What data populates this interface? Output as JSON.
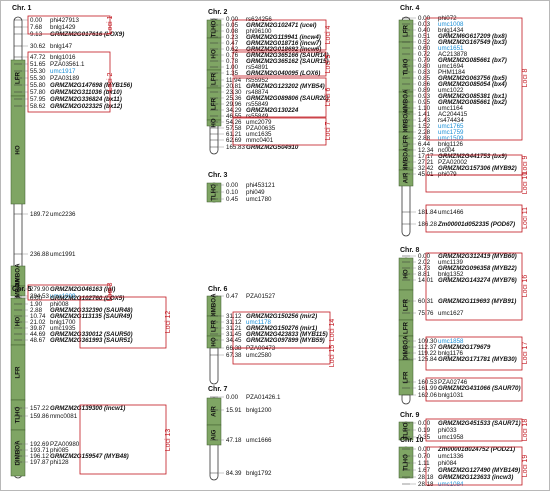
{
  "colors": {
    "trait_fill": "#7fa564",
    "loci_border": "#c0161e",
    "blue_marker": "#1a8fd6"
  },
  "chromosomes": [
    {
      "id": "chr1",
      "label": "Chr. 1",
      "markers": [
        {
          "pos": "0.00",
          "name": "phi427913"
        },
        {
          "pos": "7.68",
          "name": "bnlg1429"
        },
        {
          "pos": "9.13",
          "name": "GRMZM2G017616 (LOX9)",
          "gene": true
        },
        {
          "pos": "30.62",
          "name": "bnlg147"
        },
        {
          "pos": "47.72",
          "name": "bnlg1016"
        },
        {
          "pos": "51.65",
          "name": "PZA03561.1"
        },
        {
          "pos": "55.30",
          "name": "umc1917",
          "blue": true
        },
        {
          "pos": "55.30",
          "name": "PZA03189"
        },
        {
          "pos": "55.80",
          "name": "GRMZM2G147698 (MYB156)",
          "gene": true
        },
        {
          "pos": "57.80",
          "name": "GRMZM2G311036 (bx10)",
          "gene": true
        },
        {
          "pos": "57.95",
          "name": "GRMZM2G336824 (bx11)",
          "gene": true
        },
        {
          "pos": "58.62",
          "name": "GRMZM2G023325 (bx12)",
          "gene": true
        },
        {
          "pos": "189.72",
          "name": "umc2236"
        },
        {
          "pos": "236.88",
          "name": "umc1991"
        },
        {
          "pos": "279.90",
          "name": "GRMZM2G046163 (lgl)",
          "gene": true
        },
        {
          "pos": "284.53",
          "name": "umc1009",
          "blue": true
        }
      ],
      "traits": [
        "LFR",
        "HO",
        "DIMBOA",
        "DIMBOA"
      ],
      "loci": [
        "Loci 1",
        "Loci 2",
        "Loci 3"
      ]
    },
    {
      "id": "chr2",
      "label": "Chr. 2",
      "markers": [
        {
          "pos": "0.00",
          "name": "rs624256"
        },
        {
          "pos": "0.05",
          "name": "GRMZM2G102471 (ucel)",
          "gene": true
        },
        {
          "pos": "0.08",
          "name": "phi96100"
        },
        {
          "pos": "0.23",
          "name": "GRMZM2G119941 (incw4)",
          "gene": true
        },
        {
          "pos": "0.47",
          "name": "GRMZM2G018716 (incw7)",
          "gene": true
        },
        {
          "pos": "0.62",
          "name": "GRMZM2G018692 (incw6)",
          "gene": true
        },
        {
          "pos": "0.76",
          "name": "GRMZM2G365166 (SAUR14)",
          "gene": true
        },
        {
          "pos": "0.78",
          "name": "GRMZM2G365162 (SAUR15)",
          "gene": true
        },
        {
          "pos": "1.00",
          "name": "rs54891"
        },
        {
          "pos": "1.35",
          "name": "GRMZM2G040095 (LOX6)",
          "gene": true
        },
        {
          "pos": "11.94",
          "name": "rs55952"
        },
        {
          "pos": "20.81",
          "name": "GRMZM2G123202 (MYB54)",
          "gene": true
        },
        {
          "pos": "23.30",
          "name": "rs48874"
        },
        {
          "pos": "25.36",
          "name": "GRMZM2G089806 (SAUR20)",
          "gene": true
        },
        {
          "pos": "29.96",
          "name": "rs55849"
        },
        {
          "pos": "34.29",
          "name": "GRMZM2G130224",
          "gene": true
        },
        {
          "pos": "46.55",
          "name": "rs55849"
        },
        {
          "pos": "54.26",
          "name": "umc2079"
        },
        {
          "pos": "57.58",
          "name": "PZA00635"
        },
        {
          "pos": "61.21",
          "name": "umc1635"
        },
        {
          "pos": "62.69",
          "name": "mmc0401"
        },
        {
          "pos": "165.83",
          "name": "GRMZM2G504910",
          "gene": true
        }
      ],
      "traits": [
        "TLHO",
        "HO",
        "LFR",
        "LFR",
        "HO"
      ],
      "loci": [
        "Loci 4",
        "Loci 5",
        "Loci 6",
        "Loci 7"
      ]
    },
    {
      "id": "chr3",
      "label": "Chr. 3",
      "markers": [
        {
          "pos": "0.00",
          "name": "phi453121"
        },
        {
          "pos": "0.10",
          "name": "phi049"
        },
        {
          "pos": "0.45",
          "name": "umc1780"
        }
      ],
      "traits": [
        "TLHO"
      ]
    },
    {
      "id": "chr4",
      "label": "Chr. 4",
      "markers": [
        {
          "pos": "0.00",
          "name": "phi072"
        },
        {
          "pos": "0.03",
          "name": "umc1008",
          "blue": true
        },
        {
          "pos": "0.40",
          "name": "bnlg1434"
        },
        {
          "pos": "0.51",
          "name": "GRMZM6G617209 (bx8)",
          "gene": true
        },
        {
          "pos": "0.52",
          "name": "GRMZM2G167549 (bx3)",
          "gene": true
        },
        {
          "pos": "0.60",
          "name": "umc1651",
          "blue": true
        },
        {
          "pos": "0.72",
          "name": "AC213878"
        },
        {
          "pos": "0.79",
          "name": "GRMZM2G085661 (bx7)",
          "gene": true
        },
        {
          "pos": "0.80",
          "name": "umc1694"
        },
        {
          "pos": "0.83",
          "name": "PHM1184"
        },
        {
          "pos": "0.85",
          "name": "GRMZM2G063756 (bx5)",
          "gene": true
        },
        {
          "pos": "0.86",
          "name": "GRMZM2G085054 (bx4)",
          "gene": true
        },
        {
          "pos": "0.89",
          "name": "umc1022"
        },
        {
          "pos": "0.93",
          "name": "GRMZM2G085381 (bx1)",
          "gene": true
        },
        {
          "pos": "0.95",
          "name": "GRMZM2G085661 (bx2)",
          "gene": true
        },
        {
          "pos": "1.10",
          "name": "umc1164"
        },
        {
          "pos": "1.41",
          "name": "AC204415"
        },
        {
          "pos": "1.43",
          "name": "rs474434"
        },
        {
          "pos": "1.52",
          "name": "umc1765",
          "blue": true
        },
        {
          "pos": "2.28",
          "name": "umc1759",
          "blue": true
        },
        {
          "pos": "2.88",
          "name": "umc1509",
          "blue": true
        },
        {
          "pos": "6.44",
          "name": "bnlg1126"
        },
        {
          "pos": "12.34",
          "name": "nc004"
        },
        {
          "pos": "17.17",
          "name": "GRMZM2G441753 (bx9)",
          "gene": true
        },
        {
          "pos": "27.21",
          "name": "PZA02002"
        },
        {
          "pos": "32.42",
          "name": "GRMZM2G157306 (MYB92)",
          "gene": true
        },
        {
          "pos": "45.01",
          "name": "phi079"
        },
        {
          "pos": "181.84",
          "name": "umc1466"
        },
        {
          "pos": "186.28",
          "name": "Zm00001d052335 (POD67)",
          "gene": true
        }
      ],
      "traits": [
        "LFR",
        "TLHO",
        "DIMBOA",
        "DIMBOA",
        "LFR",
        "DIMBOA",
        "AIR"
      ],
      "loci": [
        "Loci 8",
        "Loci 9",
        "Loci 10",
        "Loci 11"
      ]
    },
    {
      "id": "chr5",
      "label": "Chr. 5",
      "markers": [
        {
          "pos": "0.00",
          "name": "GRMZM2G102760 (LOX5)",
          "gene": true
        },
        {
          "pos": "1.90",
          "name": "phi008"
        },
        {
          "pos": "2.88",
          "name": "GRMZM2G332390 (SAUR48)",
          "gene": true
        },
        {
          "pos": "10.74",
          "name": "GRMZM2G113135 (SAUR49)",
          "gene": true
        },
        {
          "pos": "21.02",
          "name": "bnlg1700"
        },
        {
          "pos": "39.87",
          "name": "umc1935"
        },
        {
          "pos": "44.69",
          "name": "GRMZM2G330012 (SAUR50)",
          "gene": true
        },
        {
          "pos": "48.67",
          "name": "GRMZM2G361993 (SAUR51)",
          "gene": true
        },
        {
          "pos": "157.22",
          "name": "GRMZM2G139300 (incw1)",
          "gene": true
        },
        {
          "pos": "159.86",
          "name": "mmc0081"
        },
        {
          "pos": "192.69",
          "name": "PZA00980"
        },
        {
          "pos": "193.71",
          "name": "phi085"
        },
        {
          "pos": "196.12",
          "name": "GRMZM2G159547 (MYB48)",
          "gene": true
        },
        {
          "pos": "197.87",
          "name": "phi128"
        }
      ],
      "traits": [
        "HO",
        "LFR",
        "TLHO",
        "DIMBOA"
      ],
      "loci": [
        "Loci 12",
        "Loci 13"
      ]
    },
    {
      "id": "chr6",
      "label": "Chr. 6",
      "markers": [
        {
          "pos": "0.47",
          "name": "PZA01527"
        },
        {
          "pos": "31.12",
          "name": "GRMZM2G150256 (mir2)",
          "gene": true
        },
        {
          "pos": "31.12",
          "name": "umc1178",
          "blue": true
        },
        {
          "pos": "31.21",
          "name": "GRMZM2G150276 (mir1)",
          "gene": true
        },
        {
          "pos": "31.45",
          "name": "GRMZM2G423833 (MYB115)",
          "gene": true
        },
        {
          "pos": "34.45",
          "name": "GRMZM2G097899 (MYB59)",
          "gene": true
        },
        {
          "pos": "66.38",
          "name": "PZA00473"
        },
        {
          "pos": "67.38",
          "name": "umc2580"
        }
      ],
      "traits": [
        "DIMBOA",
        "LFR",
        "HO"
      ],
      "loci": [
        "Loci 14",
        "Loci 15"
      ]
    },
    {
      "id": "chr7",
      "label": "Chr. 7",
      "markers": [
        {
          "pos": "0.00",
          "name": "PZA01426.1"
        },
        {
          "pos": "15.91",
          "name": "bnlg1200"
        },
        {
          "pos": "47.18",
          "name": "umc1666"
        },
        {
          "pos": "84.39",
          "name": "bnlg1792"
        }
      ],
      "traits": [
        "AIR",
        "AIG"
      ]
    },
    {
      "id": "chr8",
      "label": "Chr. 8",
      "markers": [
        {
          "pos": "0.00",
          "name": "GRMZM2G312419 (MYB60)",
          "gene": true
        },
        {
          "pos": "2.02",
          "name": "umc1139"
        },
        {
          "pos": "8.73",
          "name": "GRMZM2G096358 (MYB22)",
          "gene": true
        },
        {
          "pos": "8.81",
          "name": "bnlg1352"
        },
        {
          "pos": "14.01",
          "name": "GRMZM2G143274 (MYB76)",
          "gene": true
        },
        {
          "pos": "60.31",
          "name": "GRMZM2G119693 (MYB91)",
          "gene": true
        },
        {
          "pos": "75.76",
          "name": "umc1627"
        },
        {
          "pos": "109.30",
          "name": "umc1858",
          "blue": true
        },
        {
          "pos": "112.37",
          "name": "GRMZM2G179679",
          "gene": true
        },
        {
          "pos": "119.22",
          "name": "bnlg1176"
        },
        {
          "pos": "125.84",
          "name": "GRMZM2G171781 (MYB30)",
          "gene": true
        },
        {
          "pos": "160.53",
          "name": "PZA02746"
        },
        {
          "pos": "161.99",
          "name": "GRMZM2G431066 (SAUR70)",
          "gene": true
        },
        {
          "pos": "162.06",
          "name": "bnlg1031"
        }
      ],
      "traits": [
        "HO",
        "LFR",
        "LFR",
        "DIMBOA",
        "LFR"
      ],
      "loci": [
        "Loci 16",
        "Loci 17"
      ]
    },
    {
      "id": "chr9",
      "label": "Chr. 9",
      "markers": [
        {
          "pos": "0.00",
          "name": "GRMZM2G451533 (SAUR71)",
          "gene": true
        },
        {
          "pos": "0.19",
          "name": "phi033"
        },
        {
          "pos": "0.35",
          "name": "umc1958"
        }
      ],
      "traits": [
        "TLHO"
      ],
      "loci": [
        "Loci 18"
      ]
    },
    {
      "id": "chr10",
      "label": "Chr. 10",
      "markers": [
        {
          "pos": "0.00",
          "name": "Zm00001d024752 (POD21)",
          "gene": true
        },
        {
          "pos": "0.70",
          "name": "umc1336"
        },
        {
          "pos": "1.11",
          "name": "phi084"
        },
        {
          "pos": "1.67",
          "name": "GRMZM2G127490 (MYB149)",
          "gene": true
        },
        {
          "pos": "28.18",
          "name": "GRMZM2G123633 (incw3)",
          "gene": true
        },
        {
          "pos": "28.18",
          "name": "umc1084",
          "blue": true
        }
      ],
      "traits": [
        "TLHO"
      ],
      "loci": [
        "Loci 19"
      ]
    }
  ]
}
